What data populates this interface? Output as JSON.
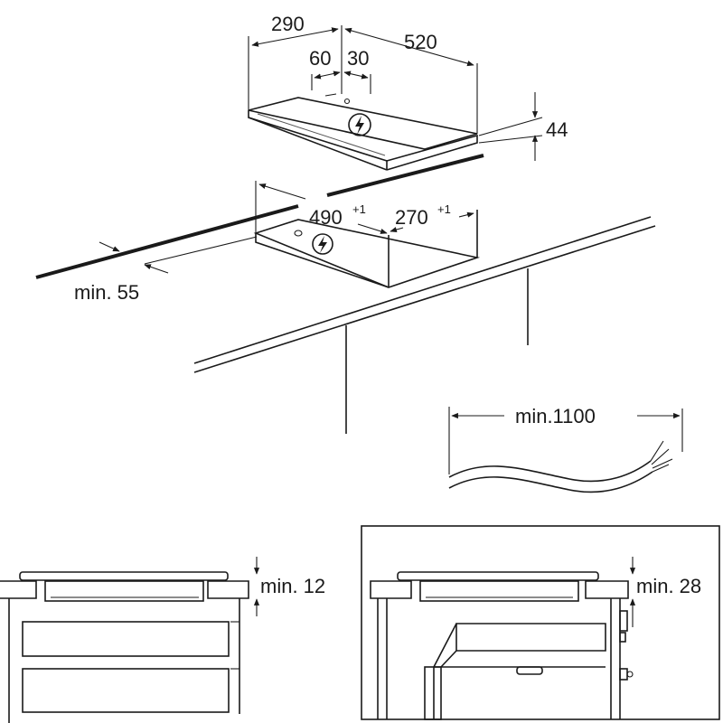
{
  "top_view": {
    "hob_width": "290",
    "hob_depth": "520",
    "offset_left": "60",
    "offset_right": "30",
    "hob_height": "44",
    "cutout_depth": "490",
    "cutout_depth_tol": "+1",
    "cutout_width": "270",
    "cutout_width_tol": "+1",
    "min_edge": "min. 55",
    "cable_length": "min.1100"
  },
  "bottom_left": {
    "clearance": "min. 12"
  },
  "bottom_right": {
    "clearance": "min. 28"
  },
  "icons": {
    "power_symbol": "lightning-bolt-circle"
  }
}
